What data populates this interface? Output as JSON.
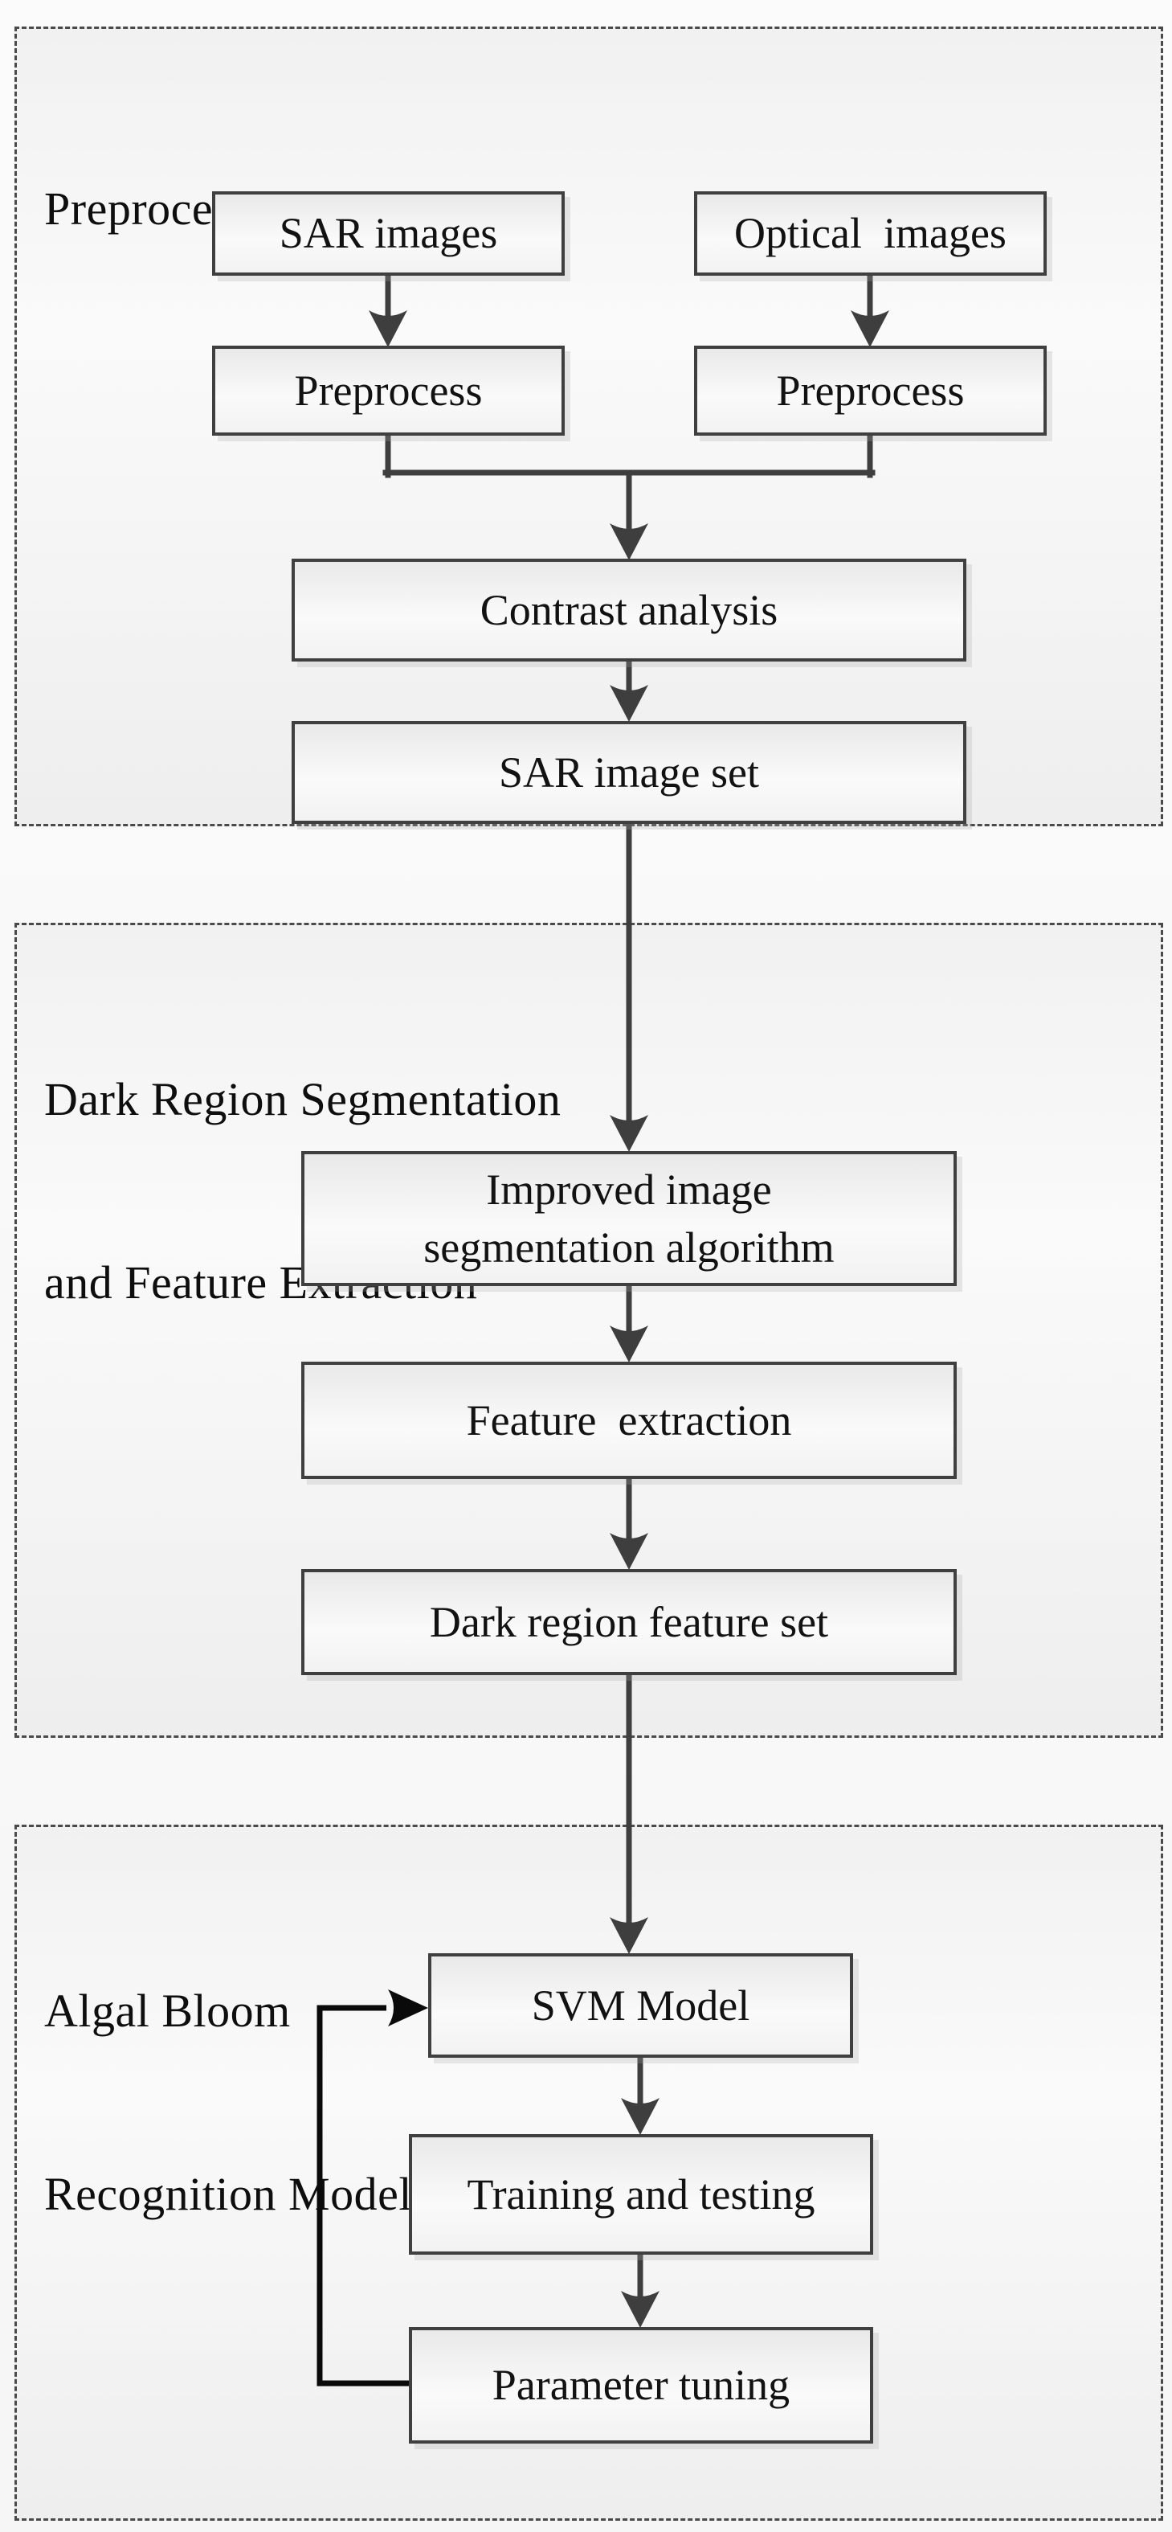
{
  "sections": [
    {
      "id": "preprocessing",
      "title_lines": [
        "Preprocessing"
      ]
    },
    {
      "id": "dark-region-segmentation",
      "title_lines": [
        "Dark Region Segmentation",
        "and Feature Extraction"
      ]
    },
    {
      "id": "algal-bloom-recognition",
      "title_lines": [
        "Algal Bloom",
        "Recognition Model"
      ]
    }
  ],
  "nodes": {
    "sar_images": "SAR images",
    "optical_images": "Optical  images",
    "preprocess_left": "Preprocess",
    "preprocess_right": "Preprocess",
    "contrast_analysis": "Contrast analysis",
    "sar_image_set": "SAR image set",
    "improved_segmentation": "Improved image\nsegmentation algorithm",
    "feature_extraction": "Feature  extraction",
    "dark_region_feature_set": "Dark region feature set",
    "svm_model": "SVM Model",
    "training_testing": "Training and testing",
    "parameter_tuning": "Parameter tuning"
  },
  "colors": {
    "flow_arrow": "#3e3e3e",
    "feedback_loop": "#0a0a0a",
    "box_border": "#3f3f3f",
    "section_dash_border": "#4a4a4a",
    "box_fill_top": "#e9e9e9",
    "box_fill_bottom": "#f2f2f2",
    "text": "#121212"
  }
}
